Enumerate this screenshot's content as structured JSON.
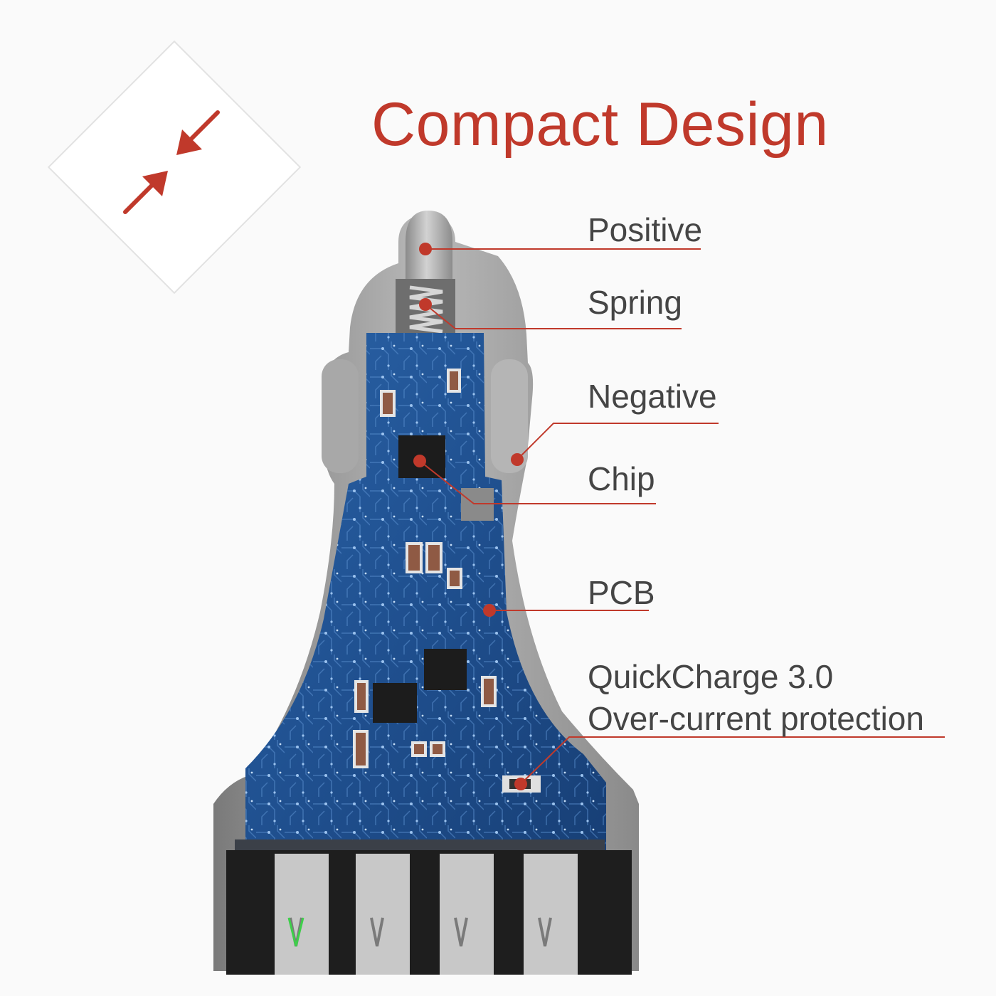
{
  "title": "Compact Design",
  "badge_icon": "compress-arrows-icon",
  "colors": {
    "accent": "#c0392b",
    "label_text": "#454545",
    "pcb": "#1f4f8e",
    "housing": "#9a9a9a"
  },
  "callouts": {
    "positive": "Positive",
    "spring": "Spring",
    "negative": "Negative",
    "chip": "Chip",
    "pcb": "PCB",
    "quickcharge_line1": "QuickCharge 3.0",
    "quickcharge_line2": "Over-current protection"
  }
}
